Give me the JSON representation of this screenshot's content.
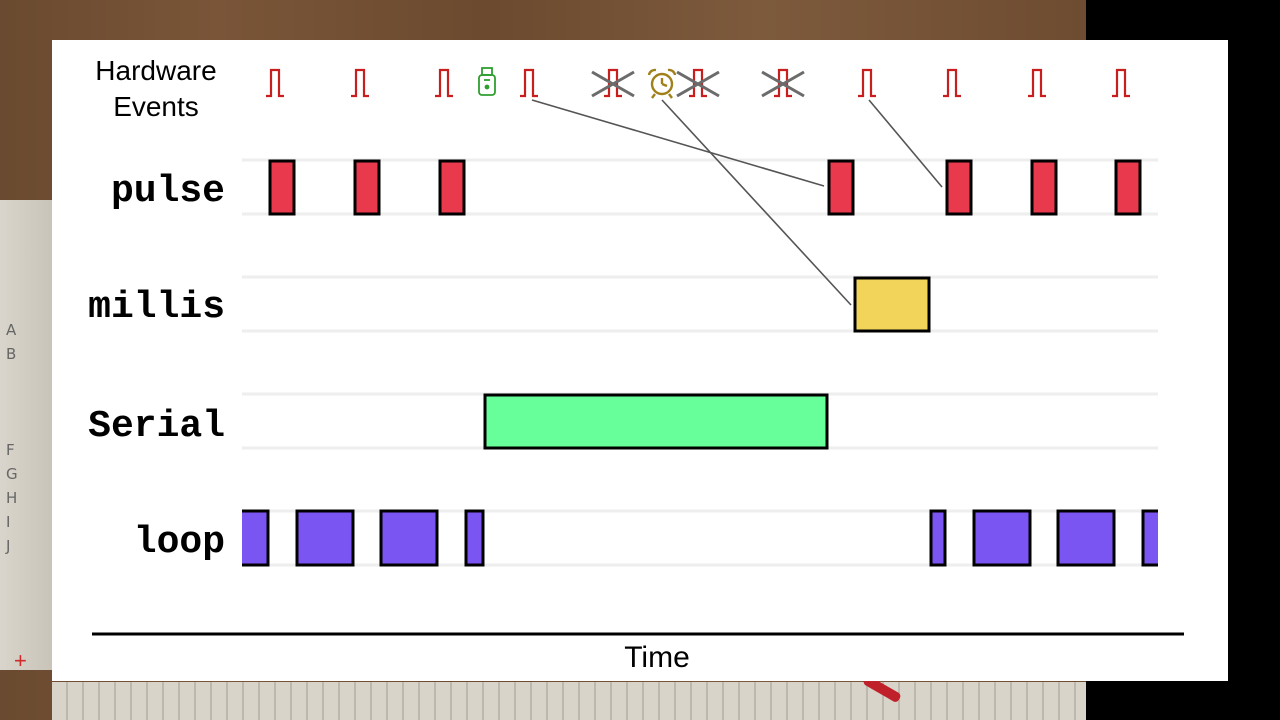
{
  "labels": {
    "hardware_line1": "Hardware",
    "hardware_line2": "Events",
    "rows": [
      "pulse",
      "millis",
      "Serial",
      "loop"
    ],
    "time": "Time",
    "breadboard_letters": [
      "A",
      "B",
      "",
      "",
      "",
      "F",
      "G",
      "H",
      "I",
      "J"
    ],
    "breadboard_plus": "+"
  },
  "colors": {
    "pulse": "#e8394d",
    "millis": "#f2d45a",
    "serial": "#66ff99",
    "loop": "#7b55f2",
    "event_pulse": "#c81e1e",
    "usb": "#2f9e2f",
    "alarm": "#a08018",
    "cross": "#6b6b6b"
  },
  "events": [
    {
      "type": "pulse"
    },
    {
      "type": "pulse"
    },
    {
      "type": "pulse"
    },
    {
      "type": "usb-icon"
    },
    {
      "type": "pulse"
    },
    {
      "type": "pulse-crossed"
    },
    {
      "type": "alarm-clock-icon"
    },
    {
      "type": "pulse-crossed"
    },
    {
      "type": "pulse-crossed"
    },
    {
      "type": "pulse"
    },
    {
      "type": "pulse"
    },
    {
      "type": "pulse"
    },
    {
      "type": "pulse"
    }
  ]
}
